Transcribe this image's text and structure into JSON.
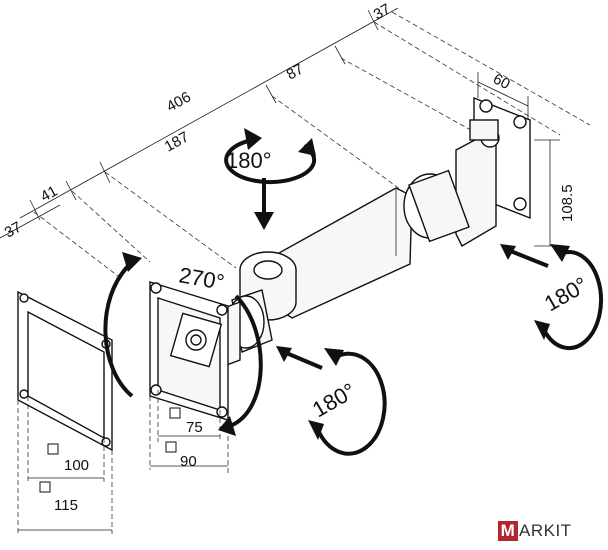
{
  "dimensions": {
    "total_length": "406",
    "arm_segment": "187",
    "wall_offset": "87",
    "top_right_offset": "37",
    "plate_width": "60",
    "plate_height": "108.5",
    "joint_offset": "41",
    "left_offset": "37"
  },
  "rotations": {
    "top_pivot": "180°",
    "head_tilt": "270°",
    "head_swivel": "180°",
    "wall_pivot": "180°"
  },
  "vesa": {
    "small_inner": "75",
    "small_outer": "90",
    "large_inner": "100",
    "large_outer": "115"
  },
  "logo": {
    "initial": "M",
    "rest": "ARKIT",
    "brand_color": "#b3252c"
  },
  "colors": {
    "line": "#111111",
    "background": "#ffffff"
  }
}
